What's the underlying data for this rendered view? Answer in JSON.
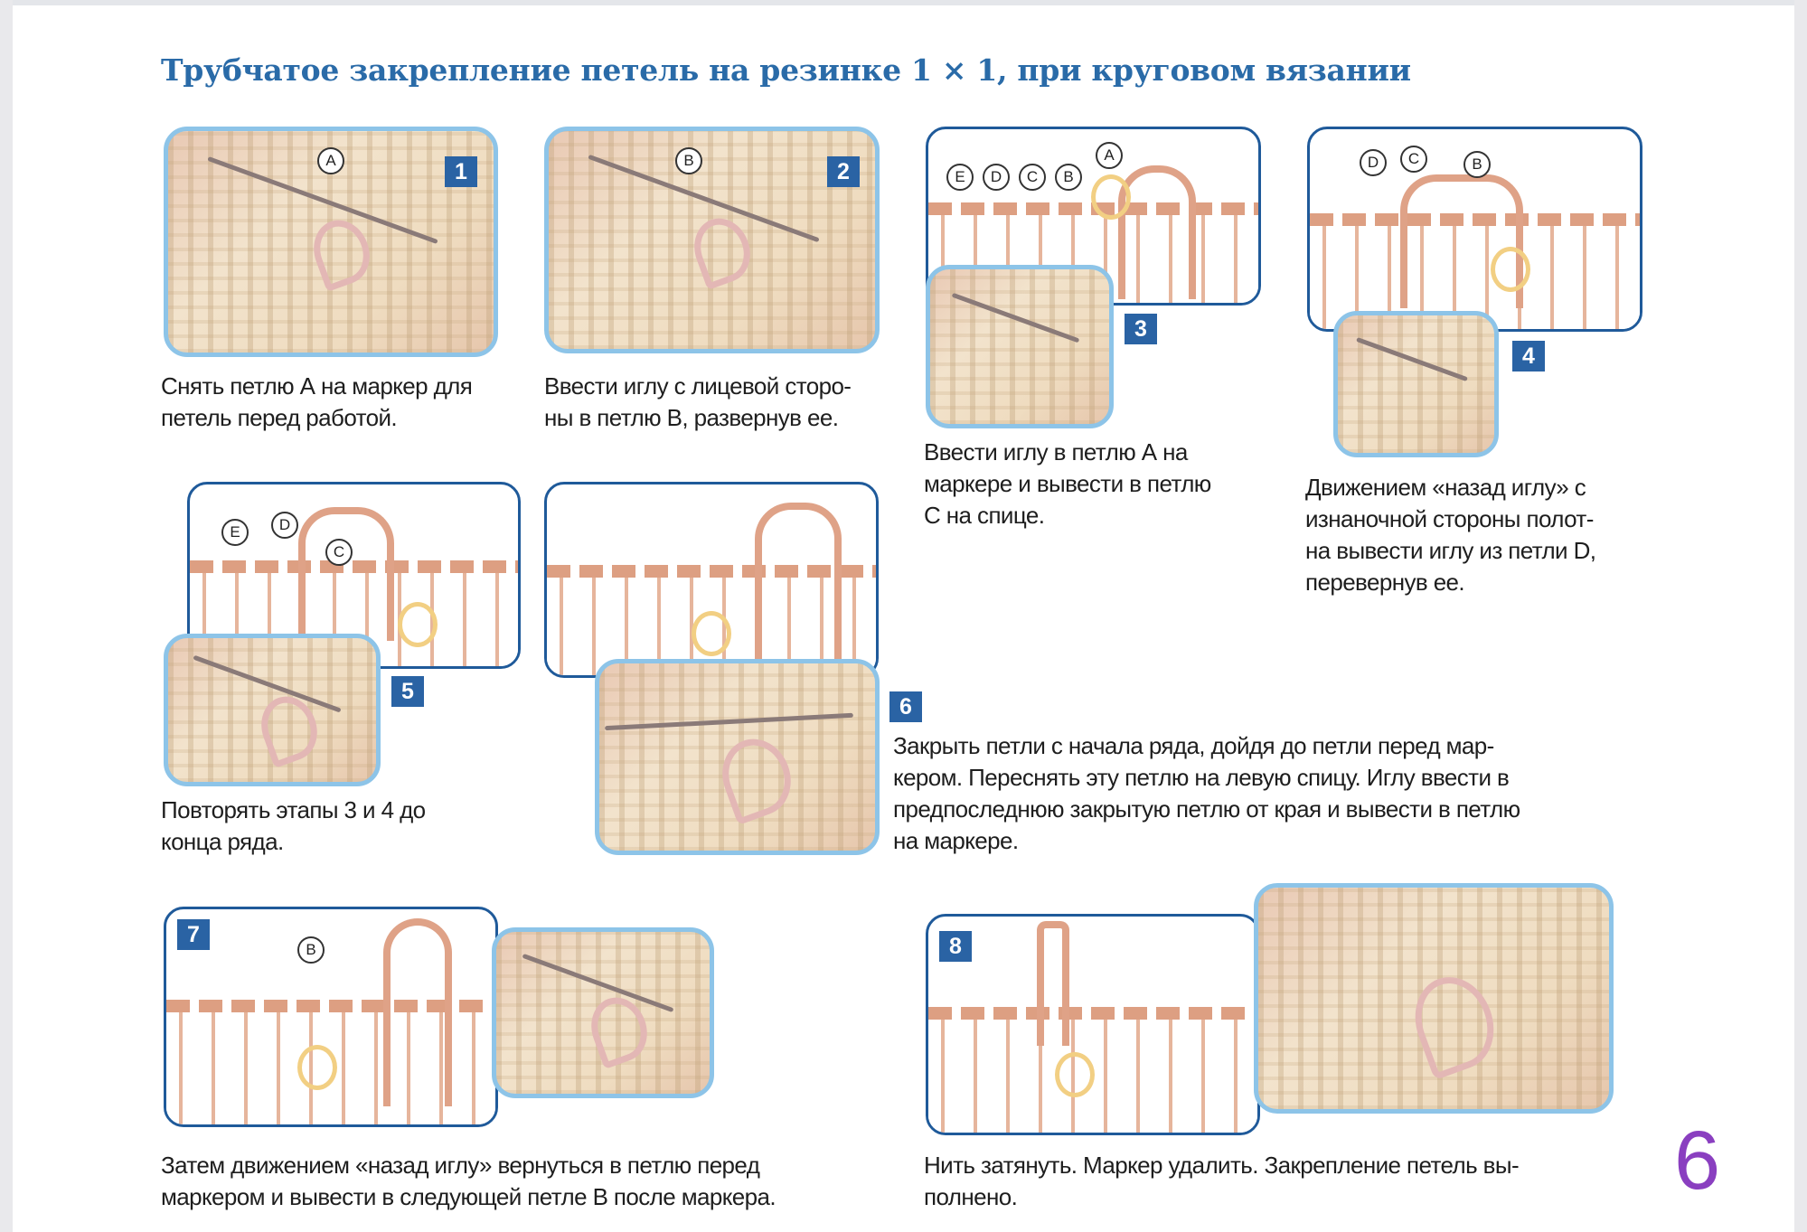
{
  "title": "Трубчатое закрепление петель на резинке 1 × 1, при круговом вязании",
  "steps": [
    {
      "number": "1",
      "labels": [
        "A"
      ],
      "caption": [
        "Снять петлю А на маркер для",
        "петель перед работой."
      ]
    },
    {
      "number": "2",
      "labels": [
        "B"
      ],
      "caption": [
        "Ввести иглу с лицевой сторо-",
        "ны в петлю В, развернув ее."
      ]
    },
    {
      "number": "3",
      "labels": [
        "E",
        "D",
        "C",
        "B",
        "A"
      ],
      "caption": [
        "Ввести иглу в петлю А на",
        "маркере и вывести в петлю",
        "С на спице."
      ]
    },
    {
      "number": "4",
      "labels": [
        "D",
        "C",
        "B"
      ],
      "caption": [
        "Движением «назад иглу» с",
        "изнаночной стороны полот-",
        "на вывести иглу из петли D,",
        "перевернув ее."
      ]
    },
    {
      "number": "5",
      "labels": [
        "E",
        "D",
        "C"
      ],
      "caption": [
        "Повторять этапы 3 и 4 до",
        "конца ряда."
      ]
    },
    {
      "number": "6",
      "caption": [
        "Закрыть петли с начала ряда, дойдя до петли перед мар-",
        "кером. Переснять эту петлю на левую спицу. Иглу ввести в",
        "предпоследнюю закрытую петлю от края и вывести в петлю",
        "на маркере."
      ]
    },
    {
      "number": "7",
      "labels": [
        "B"
      ],
      "caption": [
        "Затем движением «назад иглу» вернуться в петлю перед",
        "маркером и вывести в следующей петле В после маркера."
      ]
    },
    {
      "number": "8",
      "caption": [
        "Нить затянуть. Маркер удалить. Закрепление петель вы-",
        "полнено."
      ]
    }
  ],
  "page_number": "6",
  "colors": {
    "title": "#2a6ba8",
    "badge": "#2a63a4",
    "photo_border": "#8dc4e8",
    "diagram_border": "#1f5a9a",
    "page_number": "#8a3fc0"
  }
}
